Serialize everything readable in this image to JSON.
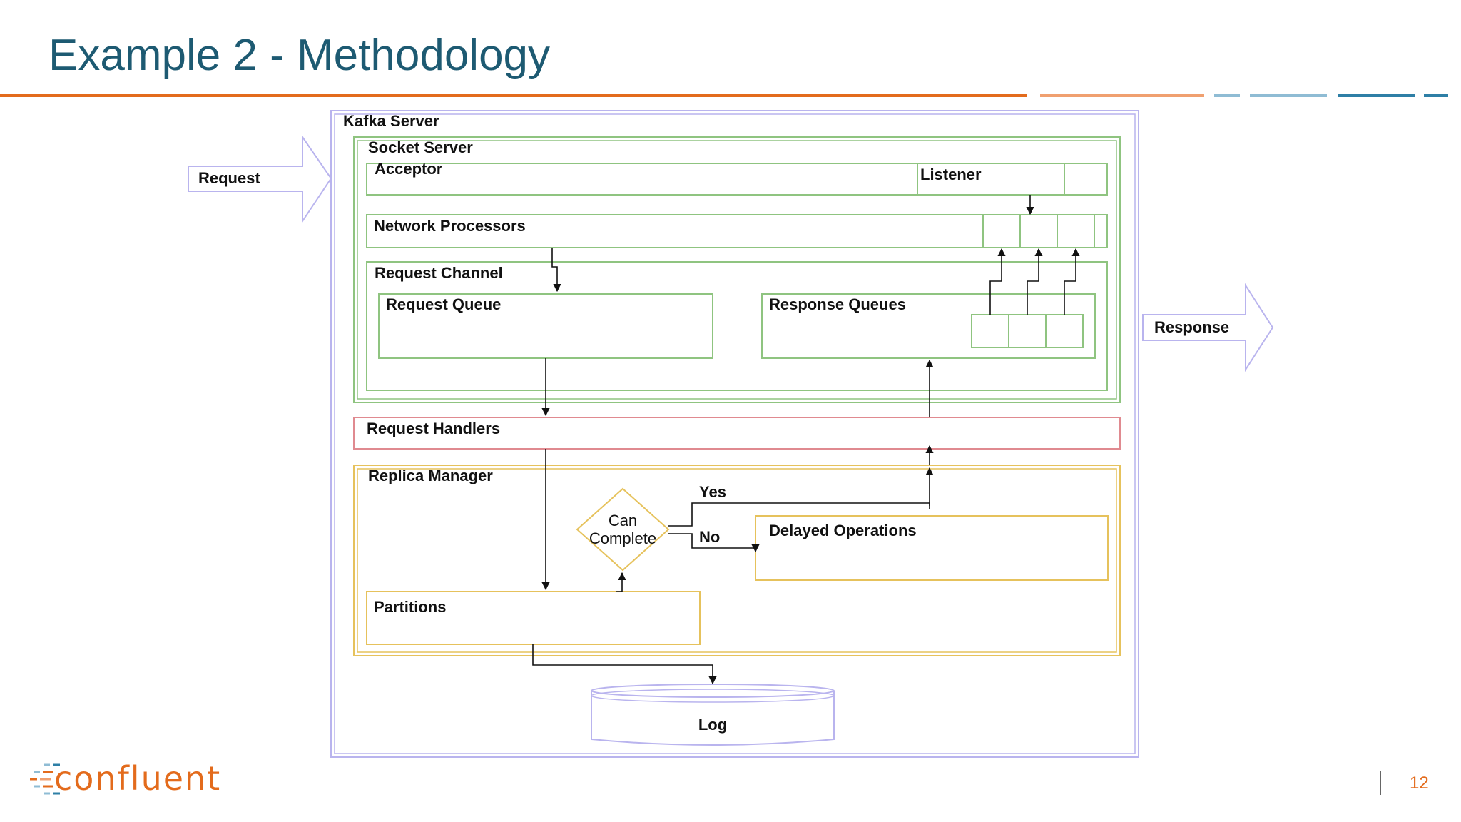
{
  "slide": {
    "title": "Example 2 - Methodology",
    "page_number": "12",
    "logo_text": "confluent"
  },
  "colors": {
    "title": "#1d5a72",
    "orange": "#e36b1c",
    "teal": "#2e7fa6",
    "light_blue": "#8fbcd4",
    "purple_border": "#b9b4ee",
    "green_border": "#8fc480",
    "red_border": "#e08a90",
    "yellow_border": "#e6c25c"
  },
  "diagram": {
    "request_arrow": "Request",
    "response_arrow": "Response",
    "kafka_server": "Kafka Server",
    "socket_server": "Socket Server",
    "acceptor": "Acceptor",
    "listener": "Listener",
    "network_processors": "Network Processors",
    "request_channel": "Request Channel",
    "request_queue": "Request Queue",
    "response_queues": "Response Queues",
    "request_handlers": "Request Handlers",
    "replica_manager": "Replica Manager",
    "can_complete_line1": "Can",
    "can_complete_line2": "Complete",
    "yes": "Yes",
    "no": "No",
    "delayed_operations": "Delayed Operations",
    "partitions": "Partitions",
    "log": "Log"
  }
}
